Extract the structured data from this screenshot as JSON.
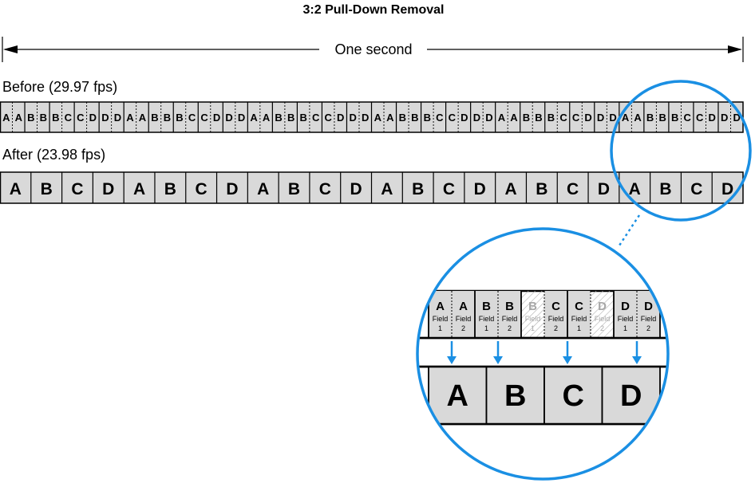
{
  "title": "3:2 Pull-Down Removal",
  "duration_label": "One second",
  "before": {
    "label": "Before (29.97 fps)",
    "fields": [
      "A",
      "A",
      "B",
      "B",
      "B",
      "C",
      "C",
      "D",
      "D",
      "D",
      "A",
      "A",
      "B",
      "B",
      "B",
      "C",
      "C",
      "D",
      "D",
      "D",
      "A",
      "A",
      "B",
      "B",
      "B",
      "C",
      "C",
      "D",
      "D",
      "D",
      "A",
      "A",
      "B",
      "B",
      "B",
      "C",
      "C",
      "D",
      "D",
      "D",
      "A",
      "A",
      "B",
      "B",
      "B",
      "C",
      "C",
      "D",
      "D",
      "D",
      "A",
      "A",
      "B",
      "B",
      "B",
      "C",
      "C",
      "D",
      "D",
      "D"
    ]
  },
  "after": {
    "label": "After (23.98 fps)",
    "frames": [
      "A",
      "B",
      "C",
      "D",
      "A",
      "B",
      "C",
      "D",
      "A",
      "B",
      "C",
      "D",
      "A",
      "B",
      "C",
      "D",
      "A",
      "B",
      "C",
      "D",
      "A",
      "B",
      "C",
      "D"
    ]
  },
  "zoom": {
    "field_word": "Field",
    "fields": [
      {
        "letter": "A",
        "number": "1",
        "removed": false
      },
      {
        "letter": "A",
        "number": "2",
        "removed": false
      },
      {
        "letter": "B",
        "number": "1",
        "removed": false
      },
      {
        "letter": "B",
        "number": "2",
        "removed": false
      },
      {
        "letter": "B",
        "number": "1",
        "removed": true
      },
      {
        "letter": "C",
        "number": "2",
        "removed": false
      },
      {
        "letter": "C",
        "number": "1",
        "removed": false
      },
      {
        "letter": "D",
        "number": "2",
        "removed": true
      },
      {
        "letter": "D",
        "number": "1",
        "removed": false
      },
      {
        "letter": "D",
        "number": "2",
        "removed": false
      }
    ],
    "frames": [
      "A",
      "B",
      "C",
      "D"
    ]
  },
  "colors": {
    "cell_fill": "#d9d9d9",
    "stroke": "#000000",
    "highlight": "#1a8fe3",
    "removed_text": "#a6a6a6",
    "hatch": "#b3b3b3"
  }
}
